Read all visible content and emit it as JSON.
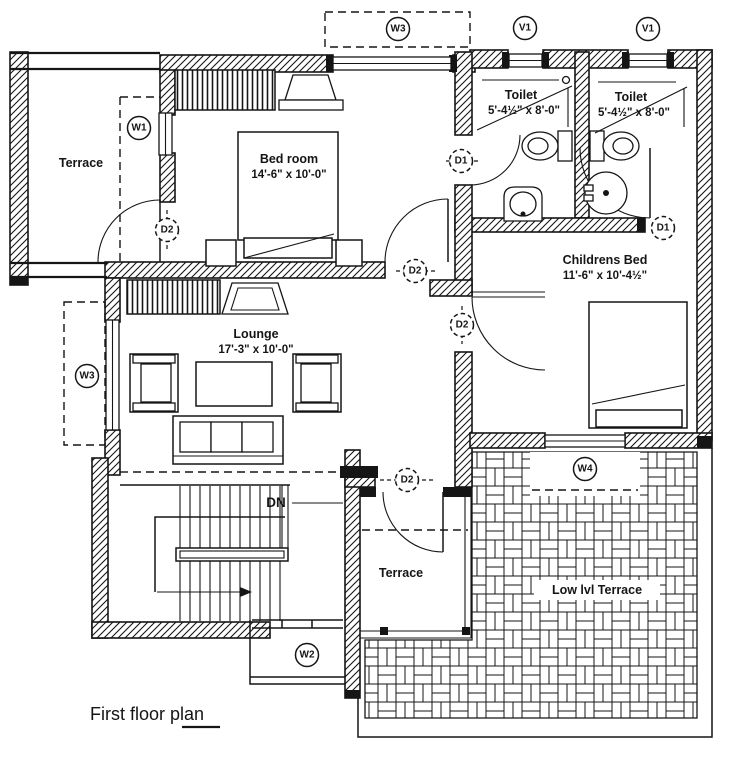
{
  "title": "First floor plan",
  "rooms": {
    "terrace_top": {
      "name": "Terrace"
    },
    "bedroom": {
      "name": "Bed room",
      "dims": "14'-6\" x 10'-0\""
    },
    "toilet_left": {
      "name": "Toilet",
      "dims": "5'-4½\" x 8'-0\""
    },
    "toilet_right": {
      "name": "Toilet",
      "dims": "5'-4½\" x 8'-0\""
    },
    "childrens_bed": {
      "name": "Childrens Bed",
      "dims": "11'-6\" x 10'-4½\""
    },
    "lounge": {
      "name": "Lounge",
      "dims": "17'-3\" x 10'-0\""
    },
    "terrace_bottom": {
      "name": "Terrace"
    },
    "low_terrace": {
      "name": "Low lvl Terrace"
    }
  },
  "stairs": {
    "direction_label": "DN"
  },
  "markers": {
    "w1": "W1",
    "w2": "W2",
    "w3": "W3",
    "w4": "W4",
    "v1": "V1",
    "d1": "D1",
    "d2": "D2"
  },
  "colors": {
    "line": "#151515",
    "background": "#ffffff"
  }
}
